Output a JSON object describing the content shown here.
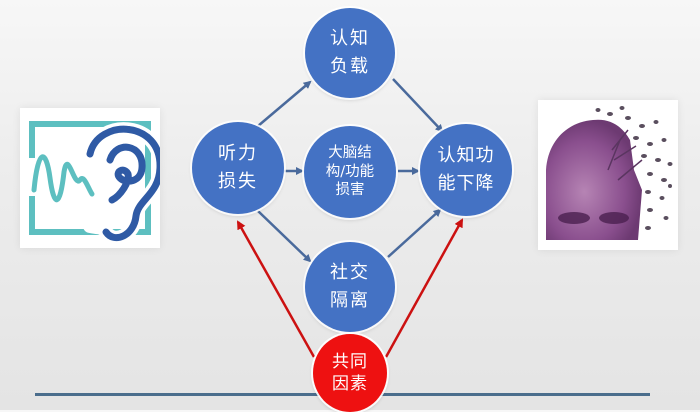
{
  "diagram": {
    "nodes": {
      "cognitive_load": {
        "lines": [
          "认知",
          "负载"
        ]
      },
      "hearing_loss": {
        "lines": [
          "听力",
          "损失"
        ]
      },
      "brain_damage": {
        "lines": [
          "大脑结",
          "构/功能",
          "损害"
        ]
      },
      "cognitive_decline": {
        "lines": [
          "认知功",
          "能下降"
        ]
      },
      "social_isolation": {
        "lines": [
          "社交",
          "隔离"
        ]
      },
      "common_factors": {
        "lines": [
          "共同",
          "因素"
        ]
      }
    },
    "edges": [
      {
        "from": "听力损失",
        "to": "认知负载",
        "color": "#4a6a9c"
      },
      {
        "from": "听力损失",
        "to": "大脑结构/功能损害",
        "color": "#4a6a9c"
      },
      {
        "from": "听力损失",
        "to": "社交隔离",
        "color": "#4a6a9c"
      },
      {
        "from": "认知负载",
        "to": "认知功能下降",
        "color": "#4a6a9c"
      },
      {
        "from": "大脑结构/功能损害",
        "to": "认知功能下降",
        "color": "#4a6a9c"
      },
      {
        "from": "社交隔离",
        "to": "认知功能下降",
        "color": "#4a6a9c"
      },
      {
        "from": "共同因素",
        "to": "听力损失",
        "color": "#cc1111"
      },
      {
        "from": "共同因素",
        "to": "认知功能下降",
        "color": "#cc1111"
      }
    ],
    "colors": {
      "node_blue": "#4472c4",
      "node_red": "#ee1111",
      "arrow_blue": "#4a6a9c",
      "arrow_red": "#cc1111",
      "baseline": "#4a6d8c"
    },
    "images": {
      "left": "ear-hearing-icon",
      "right": "dissolving-head-dementia-image"
    }
  }
}
